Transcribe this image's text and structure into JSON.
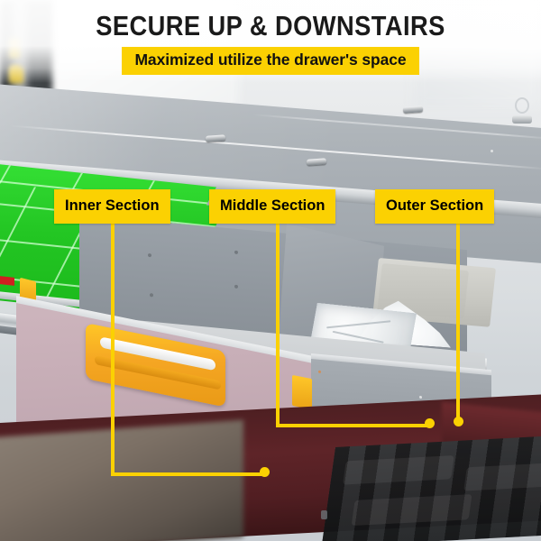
{
  "header": {
    "title": "SECURE UP & DOWNSTAIRS",
    "subtitle": "Maximized utilize the drawer's space",
    "title_color": "#1a1a1a",
    "highlight_color": "#fbd102"
  },
  "callouts": [
    {
      "id": "inner",
      "label": "Inner Section"
    },
    {
      "id": "middle",
      "label": "Middle Section"
    },
    {
      "id": "outer",
      "label": "Outer Section"
    }
  ],
  "palette": {
    "accent_yellow": "#fbd102",
    "handle_yellow": "#f5a623",
    "mat_green": "#23c623",
    "drawer_front": "#c6adb6",
    "metal_gray": "#9aa1a7",
    "truck_bed_red": "#5e2428"
  }
}
